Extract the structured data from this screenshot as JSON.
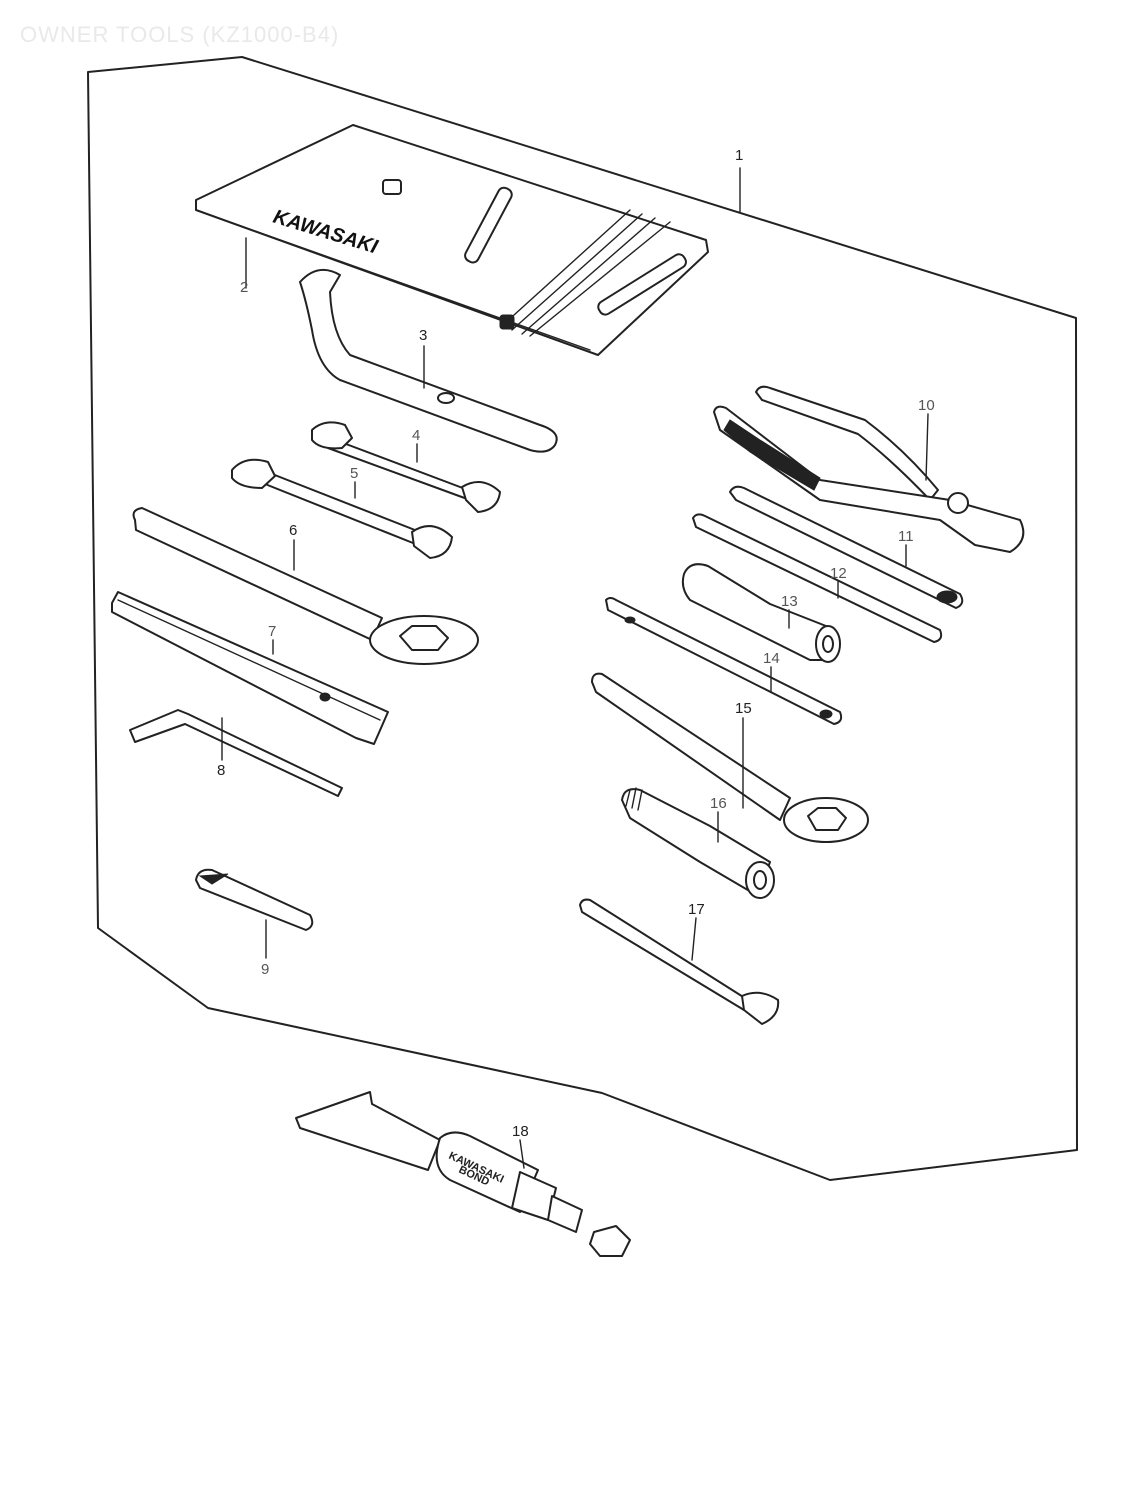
{
  "title": "OWNER TOOLS (KZ1000-B4)",
  "callouts": [
    "1",
    "2",
    "3",
    "4",
    "5",
    "6",
    "7",
    "8",
    "9",
    "10",
    "11",
    "12",
    "13",
    "14",
    "15",
    "16",
    "17",
    "18"
  ],
  "pouch_brand": "KAWASAKI",
  "tube_label_line1": "KAWASAKI",
  "tube_label_line2": "BOND"
}
